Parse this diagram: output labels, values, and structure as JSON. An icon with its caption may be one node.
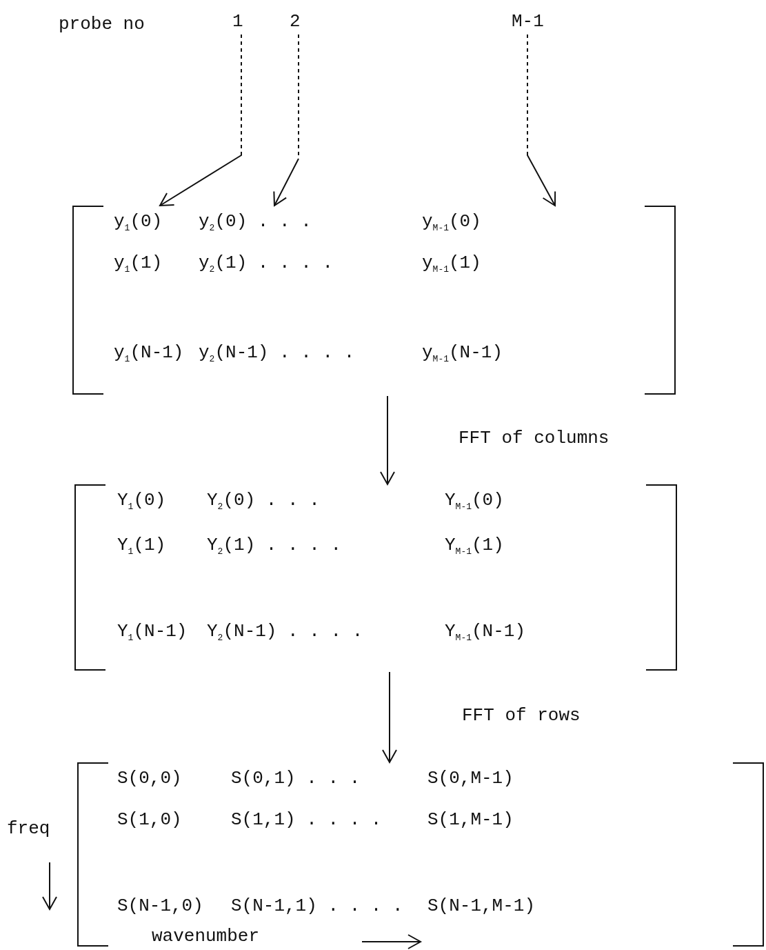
{
  "diagram": {
    "nodes": [
      {
        "text": [
          "1"
        ]
      },
      {
        "text": [
          "2"
        ]
      },
      {
        "text": [
          "M-1"
        ]
      },
      {
        "text": [
          "y$_{1}$(0)",
          "y$_{2}$(0) . . .",
          "y$_{M-1}$(0)",
          "y$_{1}$(1)",
          "y$_{2}$(1) . . . .",
          "y$_{M-1}$(1)",
          "y$_{1}$(N-1)",
          "y$_{2}$(N-1) . . . .",
          "y$_{M-1}$(N-1)"
        ]
      },
      {
        "text": [
          "Y$_{1}$(0)",
          "Y$_{2}$(0) . . .",
          "Y$_{M-1}$(0)",
          "Y$_{1}$(1)",
          "Y$_{2}$(1) . . . .",
          "Y$_{M-1}$(1)",
          "Y$_{1}$(N-1)",
          "Y$_{2}$(N-1) . . . .",
          "Y$_{M-1}$(N-1)"
        ]
      },
      {
        "text": [
          "S(0,0)",
          "S(0,1) . . .",
          "S(0,M-1)",
          "S(1,0)",
          "S(1,1) . . . .",
          "S(1,M-1)",
          "S(N-1,0)",
          "S(N-1,1) . . . .",
          "S(N-1,M-1)"
        ]
      }
    ],
    "edges": [
      {
        "from": 0,
        "to": 3,
        "arrow": "to",
        "style": "dashed"
      },
      {
        "from": 1,
        "to": 3,
        "arrow": "to",
        "style": "dashed"
      },
      {
        "from": 2,
        "to": 3,
        "arrow": "to",
        "style": "dashed"
      },
      {
        "from": 3,
        "to": 4,
        "label": "FFT of columns",
        "arrow": "to"
      },
      {
        "from": 4,
        "to": 5,
        "label": "FFT of rows",
        "arrow": "to"
      }
    ],
    "labels": [
      "probe no",
      "freq",
      "wavenumber"
    ]
  }
}
